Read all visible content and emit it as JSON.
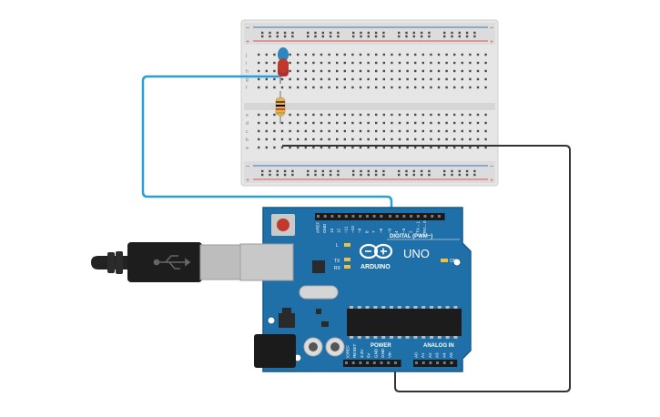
{
  "board": {
    "brand": "ARDUINO",
    "model": "UNO",
    "digital_header": "DIGITAL (PWM~)",
    "power_header": "POWER",
    "analog_header": "ANALOG IN",
    "on_label": "ON",
    "led_l_label": "L",
    "tx_label": "TX",
    "rx_label": "RX",
    "digital_pins": [
      "AREF",
      "GND",
      "13",
      "12",
      "~11",
      "~10",
      "~9",
      "8",
      "7",
      "~6",
      "~5",
      "4",
      "~3",
      "2",
      "TX→1",
      "RX←0"
    ],
    "power_pins": [
      "IOREF",
      "RESET",
      "3.3V",
      "5V",
      "GND",
      "GND",
      "Vin"
    ],
    "analog_pins": [
      "A0",
      "A1",
      "A2",
      "A3",
      "A4",
      "A5"
    ]
  },
  "breadboard": {
    "row_letters_top": [
      "j",
      "i",
      "h",
      "g",
      "f"
    ],
    "row_letters_bottom": [
      "e",
      "d",
      "c",
      "b",
      "a"
    ],
    "plus": "+",
    "minus": "−"
  },
  "components": {
    "led_color": "#c0392b",
    "led_cap_color": "#2e86c1",
    "resistor": "resistor"
  },
  "colors": {
    "board_blue": "#1f6fa8",
    "wire_blue": "#2a9fd6",
    "wire_black": "#333333",
    "rail_red": "#d9534f",
    "rail_blue": "#3b73b9"
  }
}
